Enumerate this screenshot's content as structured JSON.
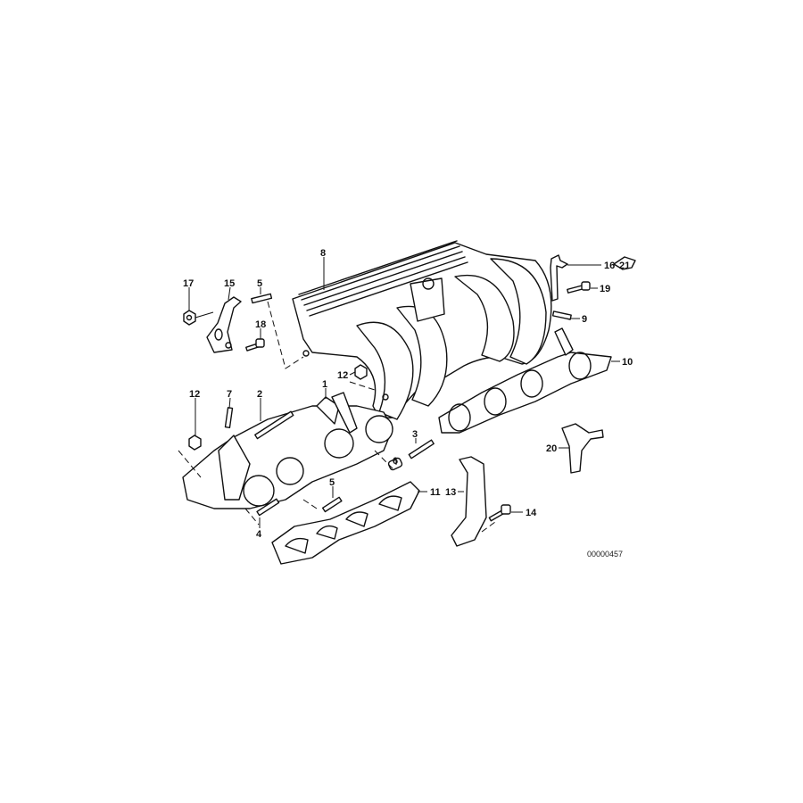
{
  "diagram": {
    "reference_number": "00000457",
    "callouts": [
      {
        "id": "c8",
        "label": "8"
      },
      {
        "id": "c17",
        "label": "17"
      },
      {
        "id": "c15",
        "label": "15"
      },
      {
        "id": "c5a",
        "label": "5"
      },
      {
        "id": "c18",
        "label": "18"
      },
      {
        "id": "c16",
        "label": "16"
      },
      {
        "id": "c21",
        "label": "21"
      },
      {
        "id": "c19",
        "label": "19"
      },
      {
        "id": "c9",
        "label": "9"
      },
      {
        "id": "c10",
        "label": "10"
      },
      {
        "id": "c12a",
        "label": "12"
      },
      {
        "id": "c12b",
        "label": "12"
      },
      {
        "id": "c7",
        "label": "7"
      },
      {
        "id": "c2",
        "label": "2"
      },
      {
        "id": "c1",
        "label": "1"
      },
      {
        "id": "c3",
        "label": "3"
      },
      {
        "id": "c6",
        "label": "6"
      },
      {
        "id": "c20",
        "label": "20"
      },
      {
        "id": "c5b",
        "label": "5"
      },
      {
        "id": "c11",
        "label": "11"
      },
      {
        "id": "c13",
        "label": "13"
      },
      {
        "id": "c14",
        "label": "14"
      },
      {
        "id": "c4",
        "label": "4"
      }
    ]
  }
}
